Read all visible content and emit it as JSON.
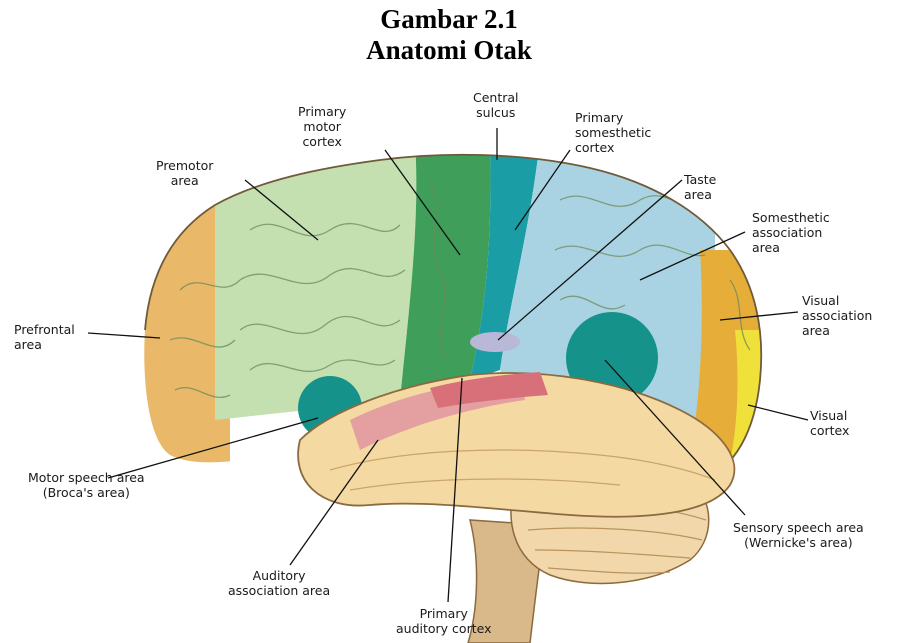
{
  "title": {
    "line1": "Gambar 2.1",
    "line2": "Anatomi Otak"
  },
  "colors": {
    "prefrontal": "#e9b868",
    "premotor": "#c4dfb0",
    "primary_motor": "#3e9e5a",
    "somesthetic_primary": "#1b9da6",
    "somesthetic_association": "#a9d3e2",
    "visual_association": "#e6ad38",
    "visual_cortex": "#f0e13a",
    "temporal": "#f5d9a3",
    "auditory": "#e4a0a0",
    "speech_centers": "#15928a",
    "cerebellum": "#f1d7aa",
    "brainstem": "#d9b88a"
  },
  "labels": {
    "primary_motor_cortex": "Primary\nmotor\ncortex",
    "central_sulcus": "Central\nsulcus",
    "primary_somesthetic_cortex": "Primary\nsomesthetic\ncortex",
    "premotor_area": "Premotor\narea",
    "taste_area": "Taste\narea",
    "somesthetic_association_area": "Somesthetic\nassociation\narea",
    "prefrontal_area": "Prefrontal\narea",
    "visual_association_area": "Visual\nassociation\narea",
    "visual_cortex": "Visual\ncortex",
    "motor_speech_area": "Motor speech area\n(Broca's area)",
    "sensory_speech_area": "Sensory speech area\n(Wernicke's area)",
    "auditory_association_area": "Auditory\nassociation area",
    "primary_auditory_cortex": "Primary\nauditory cortex"
  }
}
